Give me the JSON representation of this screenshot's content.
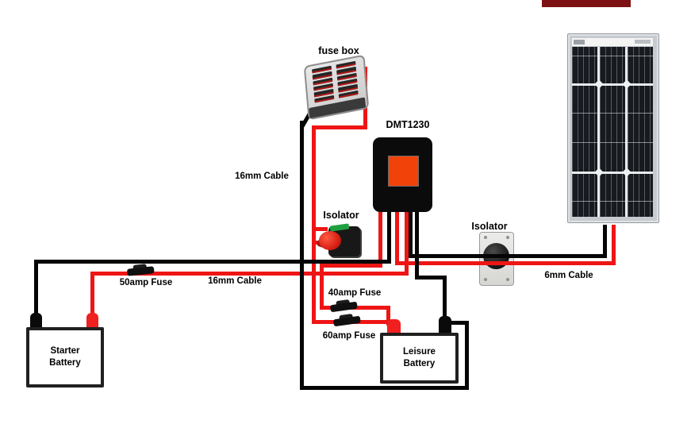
{
  "colors": {
    "wire_red": "#ee1515",
    "wire_black": "#050505",
    "controller_body": "#0b0b0b",
    "controller_led": "#f04209",
    "panel_frame": "#c7cbcf",
    "panel_cell": "#171a1f",
    "isolator_body": "#d6d6d3",
    "isolator_knob_red": "#d92114",
    "battery_border": "#202020",
    "terminal_red": "#f02020",
    "banner_red": "#7e1113"
  },
  "labels": {
    "fuse_box": "fuse box",
    "controller": "DMT1230",
    "cable_16mm_a": "16mm Cable",
    "cable_16mm_b": "16mm Cable",
    "cable_6mm": "6mm Cable",
    "isolator_battery": "Isolator",
    "isolator_solar": "Isolator",
    "fuse_50amp": "50amp Fuse",
    "fuse_40amp": "40amp Fuse",
    "fuse_60amp": "60amp Fuse"
  },
  "batteries": {
    "starter": {
      "line1": "Starter",
      "line2": "Battery"
    },
    "leisure": {
      "line1": "Leisure",
      "line2": "Battery"
    }
  }
}
